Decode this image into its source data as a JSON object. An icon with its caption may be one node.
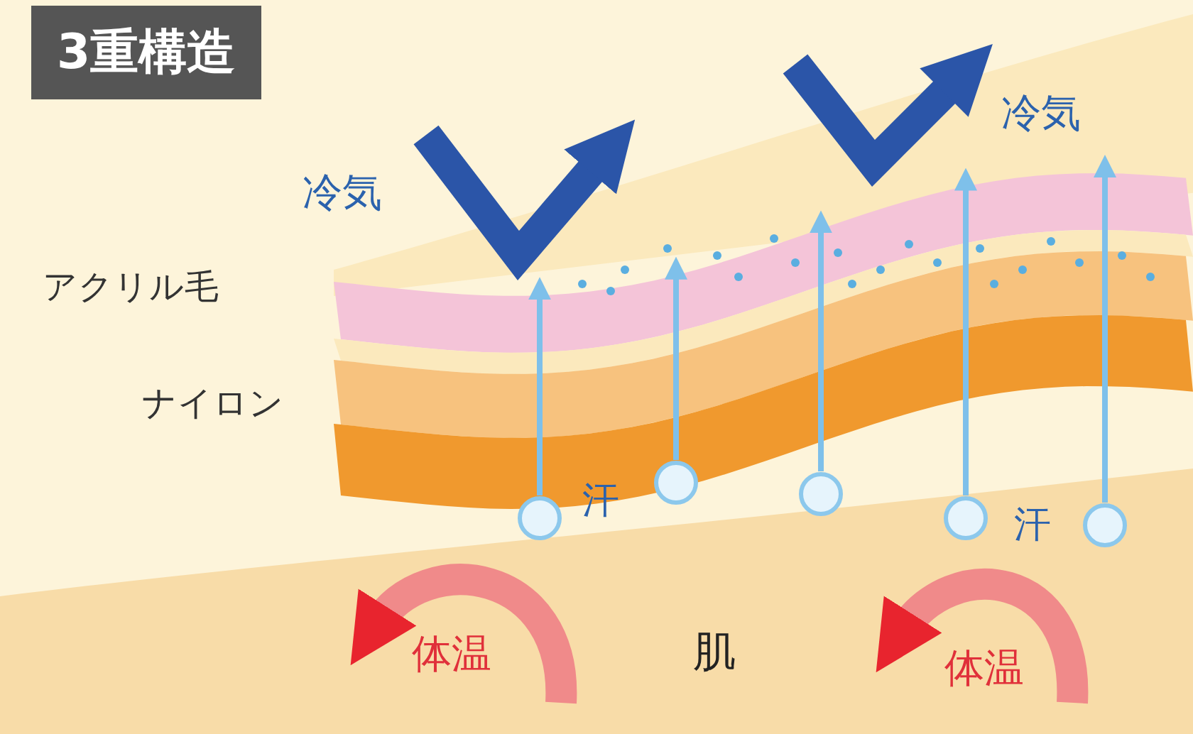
{
  "diagram": {
    "title": "3重構造",
    "labels": [
      "冷気",
      "冷気",
      "アクリル毛",
      "ナイロン",
      "汗",
      "汗",
      "体温",
      "体温",
      "肌"
    ]
  }
}
